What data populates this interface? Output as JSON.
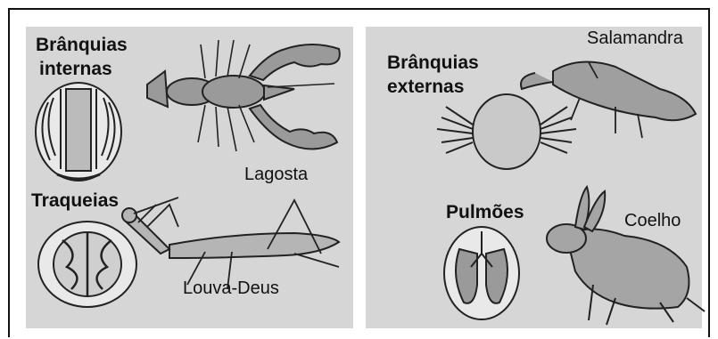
{
  "figure": {
    "left_panel": {
      "gills_internal_label": [
        "Brânquias",
        "internas"
      ],
      "lobster_label": "Lagosta",
      "tracheae_label": "Traqueias",
      "mantis_label": "Louva-Deus"
    },
    "right_panel": {
      "salamander_label": "Salamandra",
      "gills_external_label": [
        "Brânquias",
        "externas"
      ],
      "lungs_label": "Pulmões",
      "rabbit_label": "Coelho"
    }
  }
}
